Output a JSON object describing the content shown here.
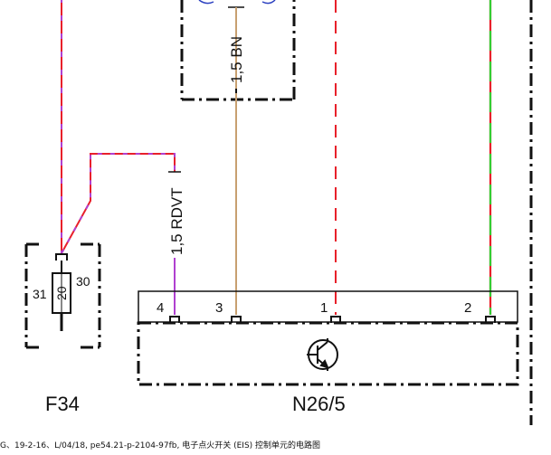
{
  "connector_labels": {
    "f34": "F34",
    "n26": "N26/5"
  },
  "wires": {
    "bn": "1,5 BN",
    "rdvt": "1,5 RDVT"
  },
  "pins": {
    "p4": "4",
    "p3": "3",
    "p1": "1",
    "p2": "2"
  },
  "fuse": {
    "left_pin": "31",
    "right_pin": "30",
    "rating": "20"
  },
  "caption": "G、19-2-16、L/04/18, pe54.21-p-2104-97fb, 电子点火开关 (EIS) 控制单元的电路图",
  "colors": {
    "red": "#e8202a",
    "violet": "#b040d0",
    "brown": "#c8a070",
    "green": "#33cc33",
    "black": "#111111"
  }
}
